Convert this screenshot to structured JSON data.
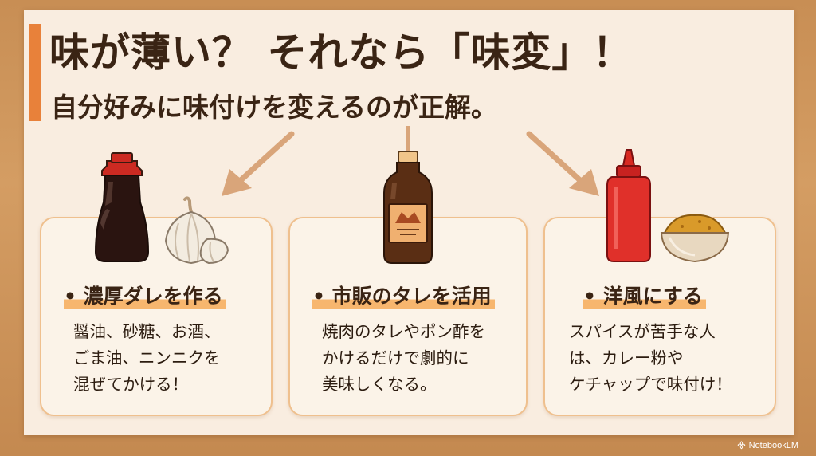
{
  "title": "味が薄い？ それなら「味変」！",
  "subtitle": "自分好みに味付けを変えるのが正解。",
  "cards": [
    {
      "heading": "• 濃厚ダレを作る",
      "body": "醤油、砂糖、お酒、\nごま油、ニンニクを\n混ぜてかける！",
      "icons": [
        "soy-sauce-bottle-icon",
        "garlic-icon"
      ]
    },
    {
      "heading": "• 市販のタレを活用",
      "body": "焼肉のタレやポン酢を\nかけるだけで劇的に\n美味しくなる。",
      "icons": [
        "sauce-bottle-icon"
      ]
    },
    {
      "heading": "• 洋風にする",
      "body": "スパイスが苦手な人\nは、カレー粉や\nケチャップで味付け！",
      "icons": [
        "ketchup-bottle-icon",
        "curry-powder-bowl-icon"
      ]
    }
  ],
  "brand": "NotebookLM",
  "colors": {
    "accent": "#e8813a",
    "highlight": "#f7b66e",
    "card_border": "#efc08e",
    "text": "#3a2414"
  }
}
